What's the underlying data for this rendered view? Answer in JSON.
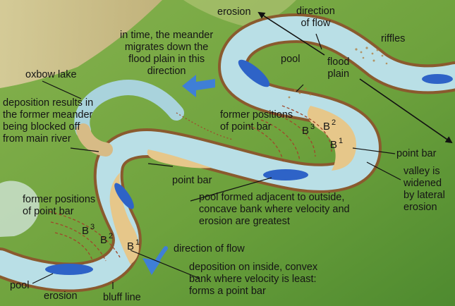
{
  "labels": {
    "erosion_top": "erosion",
    "direction_of_flow_top": "direction\nof flow",
    "riffles": "riffles",
    "in_time": "in time, the meander\nmigrates down the\nflood plain in this\ndirection",
    "pool_top": "pool",
    "flood_plain": "flood\nplain",
    "oxbow_lake": "oxbow lake",
    "deposition_results": "deposition results in\nthe former meander\nbeing blocked off\nfrom main river",
    "former_positions_upper": "former positions\nof point bar",
    "point_bar_right": "point bar",
    "valley_widened": "valley is\nwidened\nby lateral\nerosion",
    "point_bar_center": "point bar",
    "pool_formed": "pool formed adjacent to outside,\nconcave bank where velocity and\nerosion are greatest",
    "former_positions_lower": "former positions\nof point bar",
    "direction_of_flow_bottom": "direction of flow",
    "deposition_inside": "deposition on inside, convex\nbank where velocity is least:\nforms a point bar",
    "pool_bottom": "pool",
    "erosion_bottom": "erosion",
    "bluff_line": "bluff line"
  },
  "bar_markers": {
    "upper": [
      "B",
      "3",
      "B",
      "2",
      "B",
      "1"
    ],
    "lower": [
      "B",
      "3",
      "B",
      "2",
      "B",
      "1"
    ]
  },
  "colors": {
    "floodplain": "#6fa33e",
    "floodplain_dark": "#4f8a30",
    "water": "#b9dfe6",
    "pool": "#2e63c7",
    "point_bar": "#e6c78a",
    "bank": "#8a5a2e",
    "arrow": "#3f7fd6",
    "soil": "#d9c39a"
  }
}
